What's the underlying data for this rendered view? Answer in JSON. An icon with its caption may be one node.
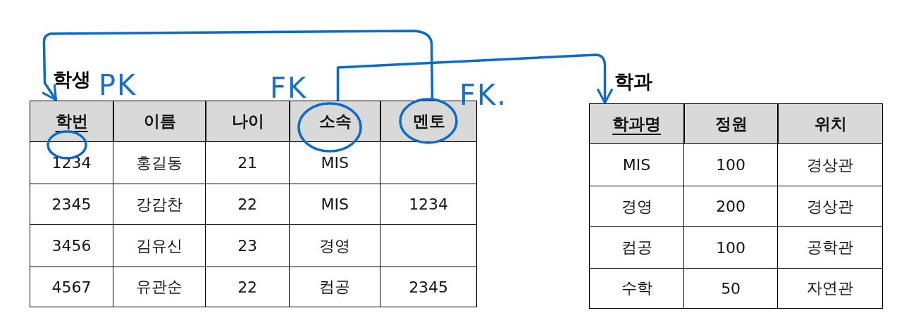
{
  "diagram": {
    "nodes": [
      {
        "text": [
          "학생"
        ]
      },
      {
        "text": [
          "학번"
        ],
        "in": 0
      },
      {
        "text": [
          "이름"
        ],
        "in": 0
      },
      {
        "text": [
          "나이"
        ],
        "in": 0
      },
      {
        "text": [
          "소속"
        ],
        "in": 0
      },
      {
        "text": [
          "멘토"
        ],
        "in": 0
      },
      {
        "text": [
          "학과"
        ]
      },
      {
        "text": [
          "학과명"
        ],
        "in": 6
      },
      {
        "text": [
          "정원"
        ],
        "in": 6
      },
      {
        "text": [
          "위치"
        ],
        "in": 6
      }
    ],
    "edges": [
      {
        "from": 5,
        "to": 1,
        "arrow": "to"
      },
      {
        "from": 4,
        "to": 7,
        "arrow": "to"
      }
    ],
    "labels": [
      "1234",
      "홍길동",
      "21",
      "MIS",
      "2345",
      "강감찬",
      "22",
      "MIS",
      "1234",
      "3456",
      "김유신",
      "23",
      "경영",
      "4567",
      "유관순",
      "22",
      "컴공",
      "2345",
      "MIS",
      "100",
      "경상관",
      "경영",
      "200",
      "경상관",
      "컴공",
      "100",
      "공학관",
      "수학",
      "50",
      "자연관",
      "PK",
      "FK",
      "FK."
    ]
  }
}
